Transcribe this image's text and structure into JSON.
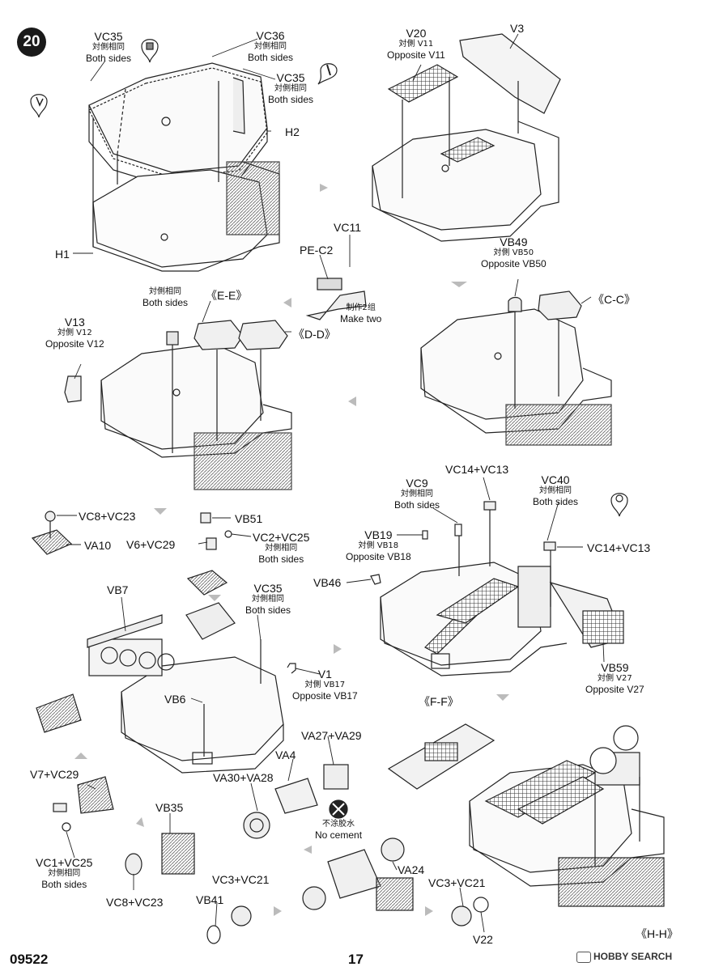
{
  "step_number": "20",
  "part_code": "09522",
  "page_number": "17",
  "watermark": {
    "brand": "HOBBY SEARCH"
  },
  "callouts": {
    "vc35_top_left": {
      "code": "VC35",
      "cn": "対側相同",
      "en": "Both sides"
    },
    "vc36": {
      "code": "VC36",
      "cn": "対側相同",
      "en": "Both sides"
    },
    "vc35_top_mid": {
      "code": "VC35",
      "cn": "対側相同",
      "en": "Both sides"
    },
    "h2": {
      "code": "H2"
    },
    "h1": {
      "code": "H1"
    },
    "v20": {
      "code": "V20",
      "cn": "対側 V11",
      "en": "Opposite V11"
    },
    "v3": {
      "code": "V3"
    },
    "vc11": {
      "code": "VC11"
    },
    "pe_c2": {
      "code": "PE-C2"
    },
    "make_two": {
      "cn": "制作2组",
      "en": "Make two"
    },
    "vb49": {
      "code": "VB49",
      "cn": "対側 VB50",
      "en": "Opposite VB50"
    },
    "cc": {
      "code": "《C-C》"
    },
    "ee": {
      "code": "《E-E》",
      "cn": "対側相同",
      "en": "Both sides"
    },
    "dd": {
      "code": "《D-D》"
    },
    "v13": {
      "code": "V13",
      "cn": "対側 V12",
      "en": "Opposite V12"
    },
    "vb51": {
      "code": "VB51"
    },
    "vc8_vc23_a": {
      "code": "VC8+VC23"
    },
    "va10": {
      "code": "VA10"
    },
    "v6_vc29": {
      "code": "V6+VC29"
    },
    "vc2_vc25": {
      "code": "VC2+VC25",
      "cn": "対側相同",
      "en": "Both sides"
    },
    "vb7": {
      "code": "VB7"
    },
    "vc35_mid": {
      "code": "VC35",
      "cn": "対側相同",
      "en": "Both sides"
    },
    "v1": {
      "code": "V1",
      "cn": "対側 VB17",
      "en": "Opposite VB17"
    },
    "vb6": {
      "code": "VB6"
    },
    "vc14_vc13_a": {
      "code": "VC14+VC13"
    },
    "vc9": {
      "code": "VC9",
      "cn": "対側相同",
      "en": "Both sides"
    },
    "vc40": {
      "code": "VC40",
      "cn": "対側相同",
      "en": "Both sides"
    },
    "vb19": {
      "code": "VB19",
      "cn": "対側 VB18",
      "en": "Opposite VB18"
    },
    "vc14_vc13_b": {
      "code": "VC14+VC13"
    },
    "vb46": {
      "code": "VB46"
    },
    "vb59": {
      "code": "VB59",
      "cn": "対側 V27",
      "en": "Opposite V27"
    },
    "ff": {
      "code": "《F-F》"
    },
    "va27_va29": {
      "code": "VA27+VA29"
    },
    "va4": {
      "code": "VA4"
    },
    "va30_va28": {
      "code": "VA30+VA28"
    },
    "no_cement": {
      "cn": "不涂胶水",
      "en": "No cement"
    },
    "v7_vc29": {
      "code": "V7+VC29"
    },
    "vb35": {
      "code": "VB35"
    },
    "vc1_vc25": {
      "code": "VC1+VC25",
      "cn": "対側相同",
      "en": "Both sides"
    },
    "vc8_vc23_b": {
      "code": "VC8+VC23"
    },
    "va24": {
      "code": "VA24"
    },
    "vc3_vc21_a": {
      "code": "VC3+VC21"
    },
    "vb41": {
      "code": "VB41"
    },
    "vc3_vc21_b": {
      "code": "VC3+VC21"
    },
    "v22": {
      "code": "V22"
    },
    "hh": {
      "code": "《H-H》"
    }
  }
}
